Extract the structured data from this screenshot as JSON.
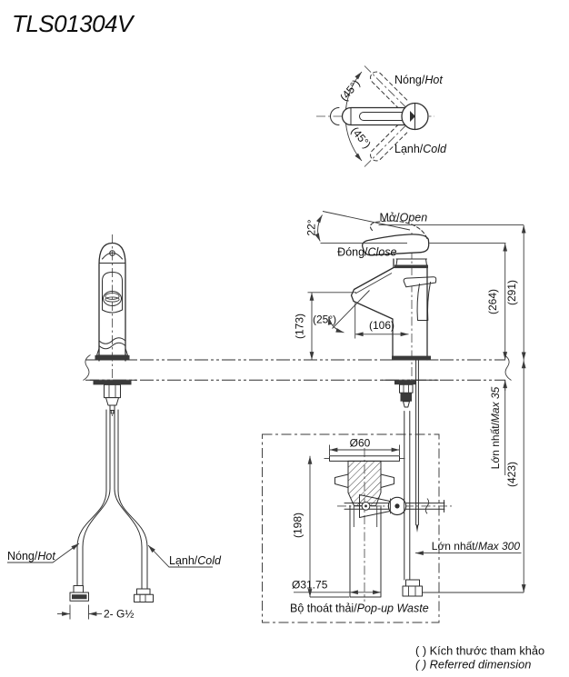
{
  "title": "TLS01304V",
  "colors": {
    "line": "#2e2e2e",
    "text": "#111111",
    "background": "#ffffff"
  },
  "top_view": {
    "hot_vi": "Nóng/",
    "hot_en": "Hot",
    "cold_vi": "Lạnh/",
    "cold_en": "Cold",
    "angle_upper": "(45°)",
    "angle_lower": "(45°)"
  },
  "side_view": {
    "open_vi": "Mở/",
    "open_en": "Open",
    "close_vi": "Đóng/",
    "close_en": "Close",
    "open_angle": "22°",
    "spout_angle": "(25°)",
    "reach": "(106)",
    "spout_height": "(173)",
    "height_to_handle": "(264)",
    "height_open": "(291)"
  },
  "right_dims": {
    "deck_max_vi": "Lớn nhất/",
    "deck_max_en": "Max 35",
    "total_height": "(423)",
    "rod_max_vi": "Lớn nhất/",
    "rod_max_en": "Max 300"
  },
  "popup": {
    "dia_top": "Ø60",
    "body_height": "(198)",
    "dia_bottom": "Ø31.75",
    "caption_vi": "Bộ thoát thải/",
    "caption_en": "Pop-up Waste"
  },
  "front_view": {
    "hot_vi": "Nóng/",
    "hot_en": "Hot",
    "cold_vi": "Lạnh/",
    "cold_en": "Cold",
    "thread": "2- G½"
  },
  "legend": {
    "vi": "( ) Kích thước tham khảo",
    "en": "( ) Referred dimension"
  }
}
